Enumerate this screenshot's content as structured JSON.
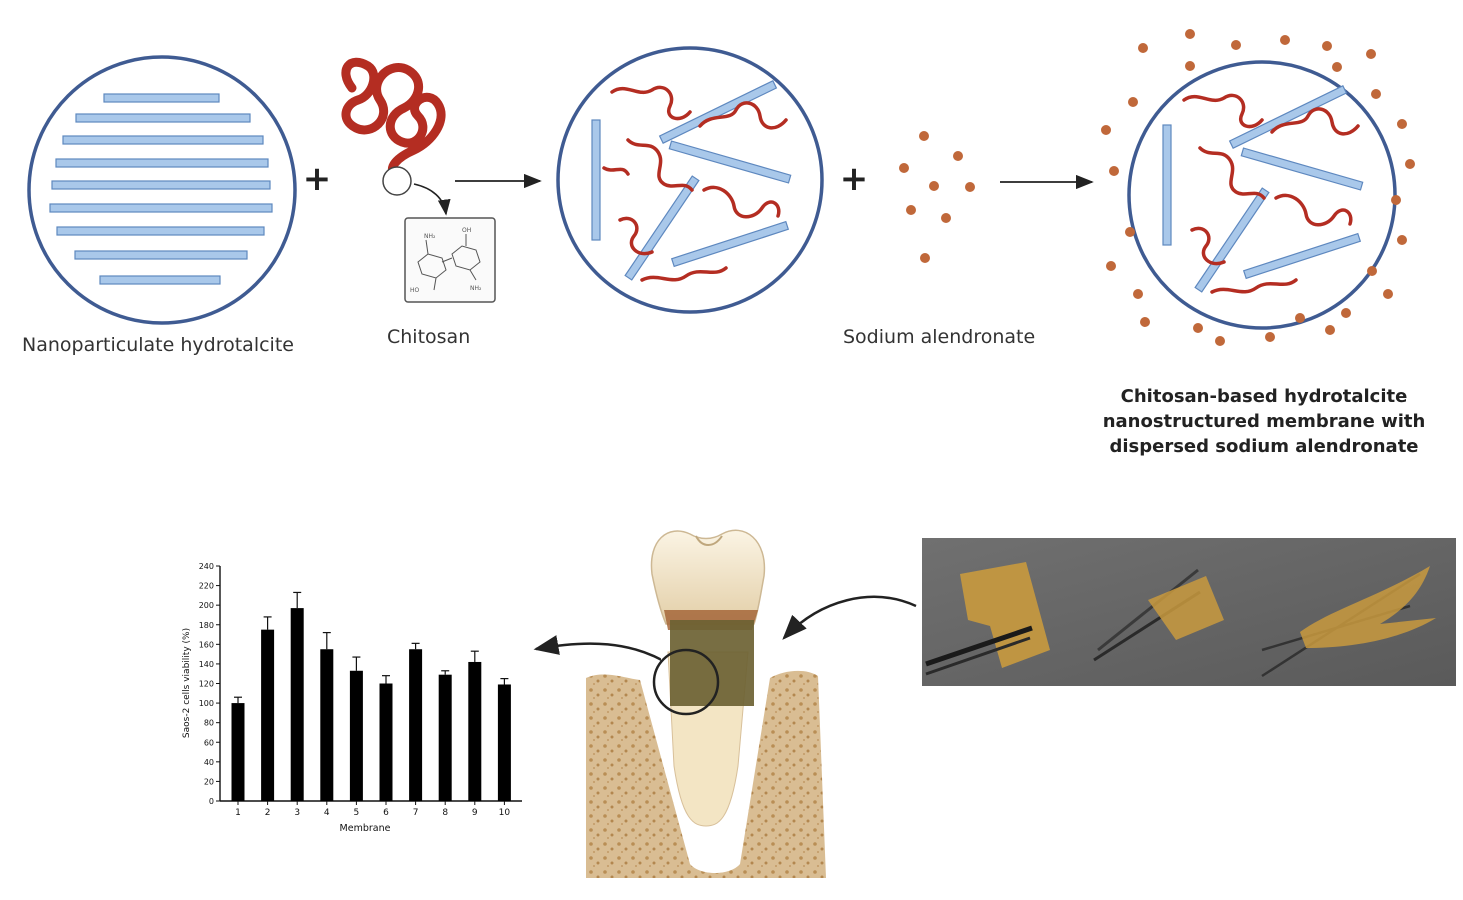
{
  "labels": {
    "hydrotalcite": "Nanoparticulate hydrotalcite",
    "chitosan": "Chitosan",
    "alendronate": "Sodium alendronate",
    "membrane_title": [
      "Chitosan-based hydrotalcite",
      "nanostructured membrane with",
      "dispersed sodium alendronate"
    ]
  },
  "operators": {
    "plus": "+"
  },
  "colors": {
    "circle_outline": "#3f5b92",
    "rod_fill": "#a9c8ea",
    "rod_stroke": "#5e88bf",
    "chitosan": "#b42d22",
    "alendronate_dot": "#c0683a",
    "bar": "#000000",
    "bone": "#d8b98c",
    "photo_bg": "#6f6f6f"
  },
  "chart_data": {
    "type": "bar",
    "categories": [
      "1",
      "2",
      "3",
      "4",
      "5",
      "6",
      "7",
      "8",
      "9",
      "10"
    ],
    "values": [
      100,
      175,
      197,
      155,
      133,
      120,
      155,
      129,
      142,
      119
    ],
    "errors": [
      6,
      13,
      16,
      17,
      14,
      8,
      6,
      4,
      11,
      6
    ],
    "xlabel": "Membrane",
    "ylabel": "Saos-2 cells viability (%)",
    "ylim": [
      0,
      240
    ],
    "yticks": [
      0,
      20,
      40,
      60,
      80,
      100,
      120,
      140,
      160,
      180,
      200,
      220,
      240
    ],
    "grid": false
  }
}
